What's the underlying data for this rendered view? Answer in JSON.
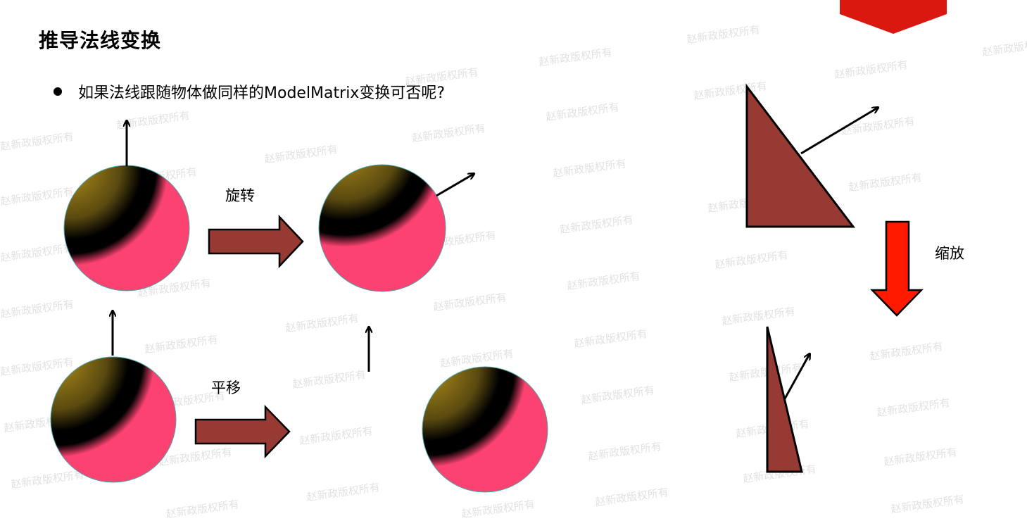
{
  "slide": {
    "title": "推导法线变换",
    "bullet": "如果法线跟随物体做同样的ModelMatrix变换可否呢?",
    "labels": {
      "rotate": "旋转",
      "translate": "平移",
      "scale": "缩放"
    },
    "watermark": "赵新政版权所有"
  },
  "colors": {
    "sphere_pink": "#fb4270",
    "sphere_gold": "#b08d1a",
    "sphere_dark": "#000000",
    "arrow_brown": "#973a33",
    "arrow_red": "#ff1a00",
    "triangle_brown": "#973a33",
    "badge_red": "#d9180f"
  }
}
